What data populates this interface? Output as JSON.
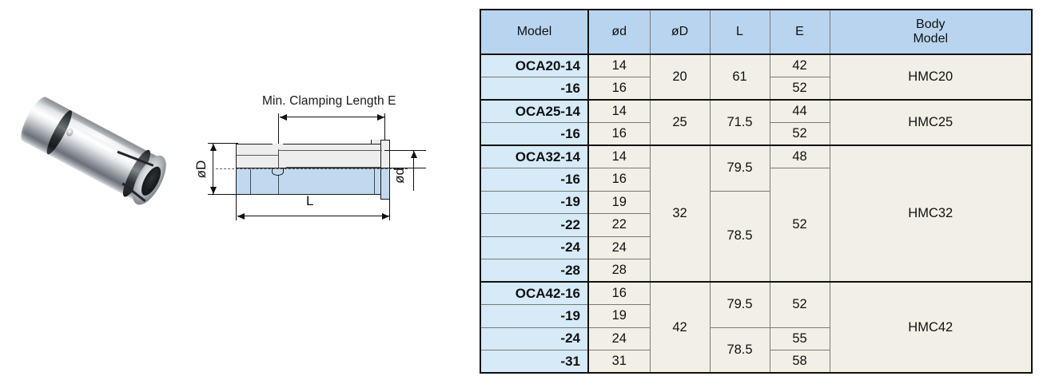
{
  "product_photo": {
    "alt": "steel collet sleeve"
  },
  "diagram": {
    "title": "Min. Clamping Length E",
    "label_outer_diameter": "øD",
    "label_inner_diameter": "ød",
    "label_length": "L"
  },
  "table": {
    "headers": [
      "Model",
      "ød",
      "øD",
      "L",
      "E",
      "Body\nModel"
    ],
    "header_model": "Model",
    "header_d_small": "ød",
    "header_D_big": "øD",
    "header_L": "L",
    "header_E": "E",
    "header_body_line1": "Body",
    "header_body_line2": "Model",
    "groups": [
      {
        "body_model": "HMC20",
        "D": "20",
        "rows": [
          {
            "model": "OCA20-14",
            "d": "14",
            "L": "61",
            "L_span": 2,
            "E": "42"
          },
          {
            "model": "-16",
            "d": "16",
            "E": "52"
          }
        ]
      },
      {
        "body_model": "HMC25",
        "D": "25",
        "rows": [
          {
            "model": "OCA25-14",
            "d": "14",
            "L": "71.5",
            "L_span": 2,
            "E": "44"
          },
          {
            "model": "-16",
            "d": "16",
            "E": "52"
          }
        ]
      },
      {
        "body_model": "HMC32",
        "D": "32",
        "rows": [
          {
            "model": "OCA32-14",
            "d": "14",
            "L": "79.5",
            "L_span": 2,
            "E": "48"
          },
          {
            "model": "-16",
            "d": "16",
            "E": "52",
            "E_span": 5
          },
          {
            "model": "-19",
            "d": "19",
            "L": "78.5",
            "L_span": 4
          },
          {
            "model": "-22",
            "d": "22"
          },
          {
            "model": "-24",
            "d": "24"
          },
          {
            "model": "-28",
            "d": "28"
          }
        ]
      },
      {
        "body_model": "HMC42",
        "D": "42",
        "rows": [
          {
            "model": "OCA42-16",
            "d": "16",
            "L": "79.5",
            "L_span": 2,
            "E": "52",
            "E_span": 2
          },
          {
            "model": "-19",
            "d": "19"
          },
          {
            "model": "-24",
            "d": "24",
            "L": "78.5",
            "L_span": 2,
            "E": "55"
          },
          {
            "model": "-31",
            "d": "31",
            "E": "58"
          }
        ]
      }
    ]
  },
  "colors": {
    "header_blue": "#b9d4ef",
    "model_blue": "#d6eaf8",
    "data_cream": "#f2efe6",
    "diagram_blue": "#c1d9ef",
    "border_dark": "#111111"
  }
}
